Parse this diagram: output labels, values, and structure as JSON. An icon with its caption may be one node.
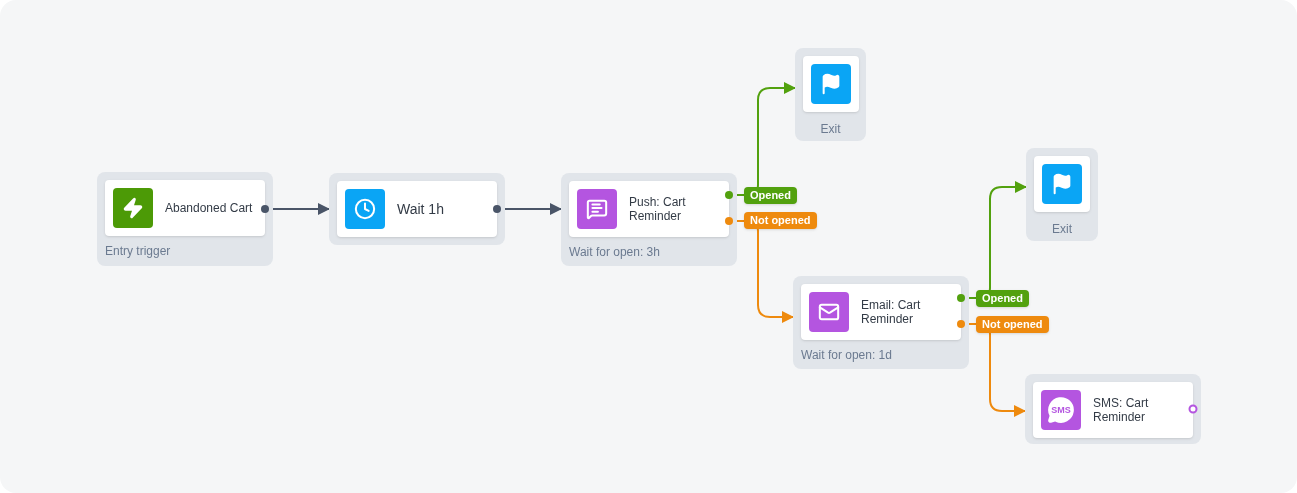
{
  "diagram": {
    "nodes": [
      {
        "text": [
          "Abandoned Cart",
          "Entry trigger"
        ]
      },
      {
        "text": [
          "Wait 1h"
        ]
      },
      {
        "text": [
          "Push: Cart Reminder",
          "Wait for open: 3h"
        ]
      },
      {
        "text": [
          "Exit"
        ]
      },
      {
        "text": [
          "Email: Cart Reminder",
          "Wait for open: 1d"
        ]
      },
      {
        "text": [
          "Exit"
        ]
      },
      {
        "text": [
          "SMS: Cart Reminder"
        ]
      }
    ],
    "edges": [
      {
        "from": 0,
        "to": 1,
        "arrow": "to",
        "color": "#4a5568"
      },
      {
        "from": 1,
        "to": 2,
        "arrow": "to",
        "color": "#4a5568"
      },
      {
        "from": 2,
        "to": 3,
        "arrow": "to",
        "label": "Opened",
        "color": "#52a10e"
      },
      {
        "from": 2,
        "to": 4,
        "arrow": "to",
        "label": "Not opened",
        "color": "#ee8a0e"
      },
      {
        "from": 4,
        "to": 5,
        "arrow": "to",
        "label": "Opened",
        "color": "#52a10e"
      },
      {
        "from": 4,
        "to": 6,
        "arrow": "to",
        "label": "Not opened",
        "color": "#ee8a0e"
      }
    ],
    "labels": [
      "SMS"
    ]
  }
}
